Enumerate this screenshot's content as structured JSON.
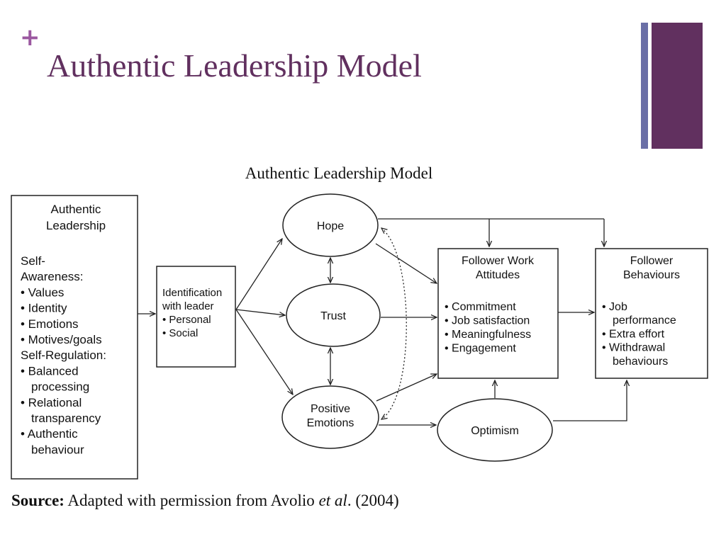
{
  "slide": {
    "plus": "+",
    "title": "Authentic Leadership Model",
    "accent_color": "#61305f",
    "plus_color": "#9b58a0",
    "bar_thin_color": "#6a6fa6",
    "bar_thick_color": "#61305f"
  },
  "diagram": {
    "title": "Authentic Leadership Model",
    "authentic_leadership": {
      "heading_lines": [
        "Authentic",
        "Leadership"
      ],
      "lines": [
        {
          "text": "Self-",
          "bullet": false
        },
        {
          "text": "Awareness:",
          "bullet": false
        },
        {
          "text": "• Values",
          "bullet": false
        },
        {
          "text": "• Identity",
          "bullet": false
        },
        {
          "text": "• Emotions",
          "bullet": false
        },
        {
          "text": "• Motives/goals",
          "bullet": false
        },
        {
          "text": "Self-Regulation:",
          "bullet": false
        },
        {
          "text": "• Balanced",
          "bullet": false
        },
        {
          "text": "processing",
          "bullet": true
        },
        {
          "text": "• Relational",
          "bullet": false
        },
        {
          "text": "transparency",
          "bullet": true
        },
        {
          "text": "• Authentic",
          "bullet": false
        },
        {
          "text": "behaviour",
          "bullet": true
        }
      ]
    },
    "identification": {
      "lines": [
        "Identification",
        "with leader",
        "• Personal",
        "• Social"
      ]
    },
    "hope": "Hope",
    "trust": "Trust",
    "positive_emotions": [
      "Positive",
      "Emotions"
    ],
    "optimism": "Optimism",
    "follower_work_attitudes": {
      "heading_lines": [
        "Follower Work",
        "Attitudes"
      ],
      "items": [
        "• Commitment",
        "• Job satisfaction",
        "• Meaningfulness",
        "• Engagement"
      ]
    },
    "follower_behaviours": {
      "heading_lines": [
        "Follower",
        "Behaviours"
      ],
      "items": [
        "• Job",
        "performance",
        "• Extra effort",
        "• Withdrawal",
        "behaviours"
      ]
    }
  },
  "source": {
    "label": "Source:",
    "text_before": " Adapted with permission from Avolio ",
    "italic": "et al",
    "text_after": ". (2004)"
  }
}
